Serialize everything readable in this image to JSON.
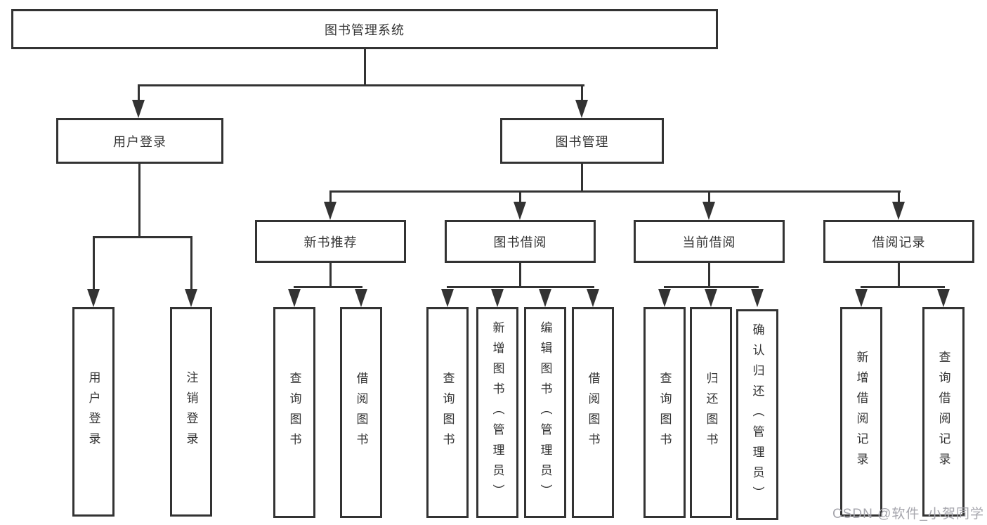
{
  "nodes": {
    "root": "图书管理系统",
    "user_login": "用户登录",
    "book_management": "图书管理",
    "user_login_leaf": "用户登录",
    "logout_leaf": "注销登录",
    "new_book_recommend": "新书推荐",
    "book_borrowing": "图书借阅",
    "current_borrowing": "当前借阅",
    "borrowing_records": "借阅记录",
    "nb_query_books": "查询图书",
    "nb_borrow_books": "借阅图书",
    "bb_query_books": "查询图书",
    "bb_add_books": "新增图书（管理员）",
    "bb_edit_books": "编辑图书（管理员）",
    "bb_borrow_books": "借阅图书",
    "cb_query_books": "查询图书",
    "cb_return_books": "归还图书",
    "cb_confirm_return": "确认归还（管理员）",
    "br_add_record": "新增借阅记录",
    "br_query_record": "查询借阅记录"
  },
  "watermark": "CSDN @软件_小贺同学",
  "colors": {
    "line": "#333333",
    "box_border": "#333333",
    "text": "#333333",
    "watermark_text": "#a6a6ad",
    "background": "#ffffff"
  }
}
